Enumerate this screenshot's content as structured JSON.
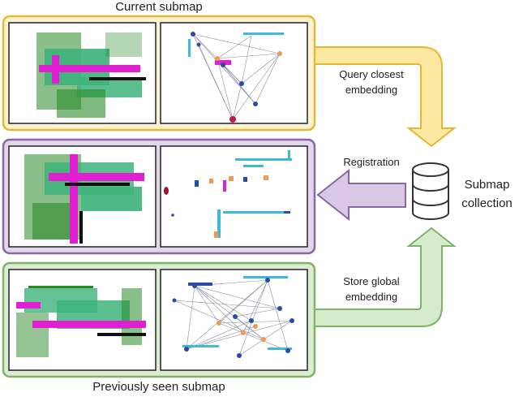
{
  "labels": {
    "current_submap": "Current submap",
    "previously_seen_submap": "Previously seen submap",
    "query_line1": "Query closest",
    "query_line2": "embedding",
    "registration": "Registration",
    "store_line1": "Store global",
    "store_line2": "embedding",
    "collection_line1": "Submap",
    "collection_line2": "collection"
  },
  "colors": {
    "current_fill": "#fdf2d2",
    "current_border": "#e6b730",
    "registration_fill": "#e2d6ea",
    "registration_border": "#8a68a3",
    "previous_fill": "#dcebd2",
    "previous_border": "#7eb36a",
    "query_arrow_fill": "#fde8a2",
    "query_arrow_border": "#e6b730",
    "registration_arrow_fill": "#d9c9e6",
    "registration_arrow_border": "#8a68a3",
    "store_arrow_fill": "#d5ebcc",
    "store_arrow_border": "#7eb36a",
    "lidar_green": "#3db37a",
    "lidar_dark_green": "#2a8a2a",
    "lidar_magenta": "#e020d0",
    "node_blue": "#2a4aa8",
    "node_orange": "#ef9a50",
    "cyan_points": "#40b8d8"
  },
  "icons": {
    "collection": "database-icon"
  }
}
